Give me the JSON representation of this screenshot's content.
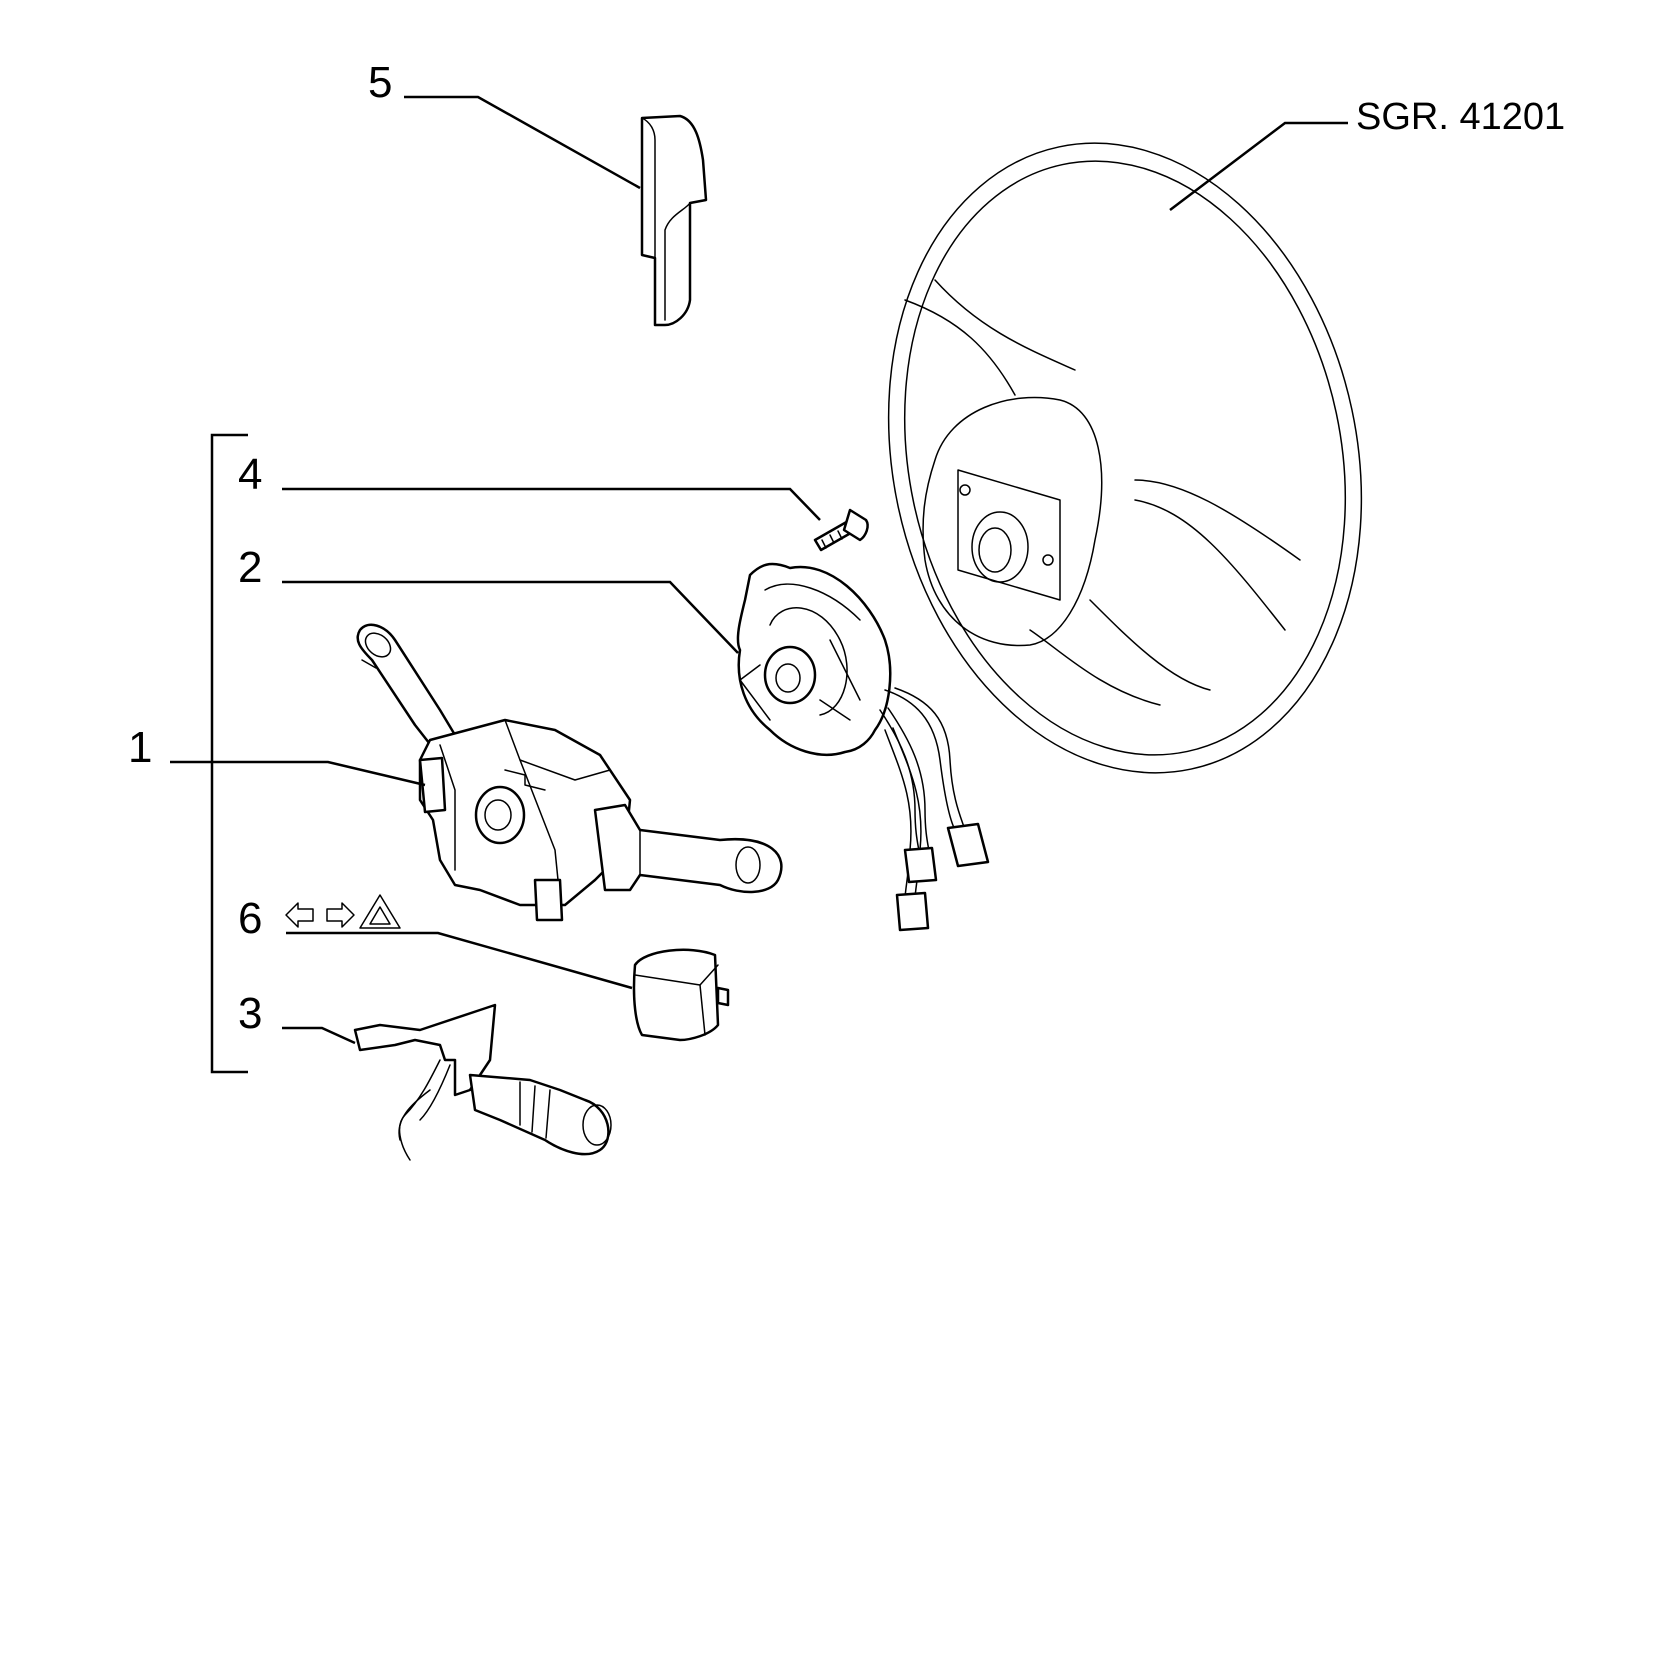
{
  "callouts": {
    "c1": "1",
    "c2": "2",
    "c3": "3",
    "c4": "4",
    "c5": "5",
    "c6": "6"
  },
  "steering_wheel_ref": "SGR. 41201",
  "item6_symbols": [
    "arrow-left-icon",
    "arrow-right-icon",
    "hazard-triangle-icon"
  ],
  "colors": {
    "line": "#000000",
    "background": "#ffffff"
  }
}
